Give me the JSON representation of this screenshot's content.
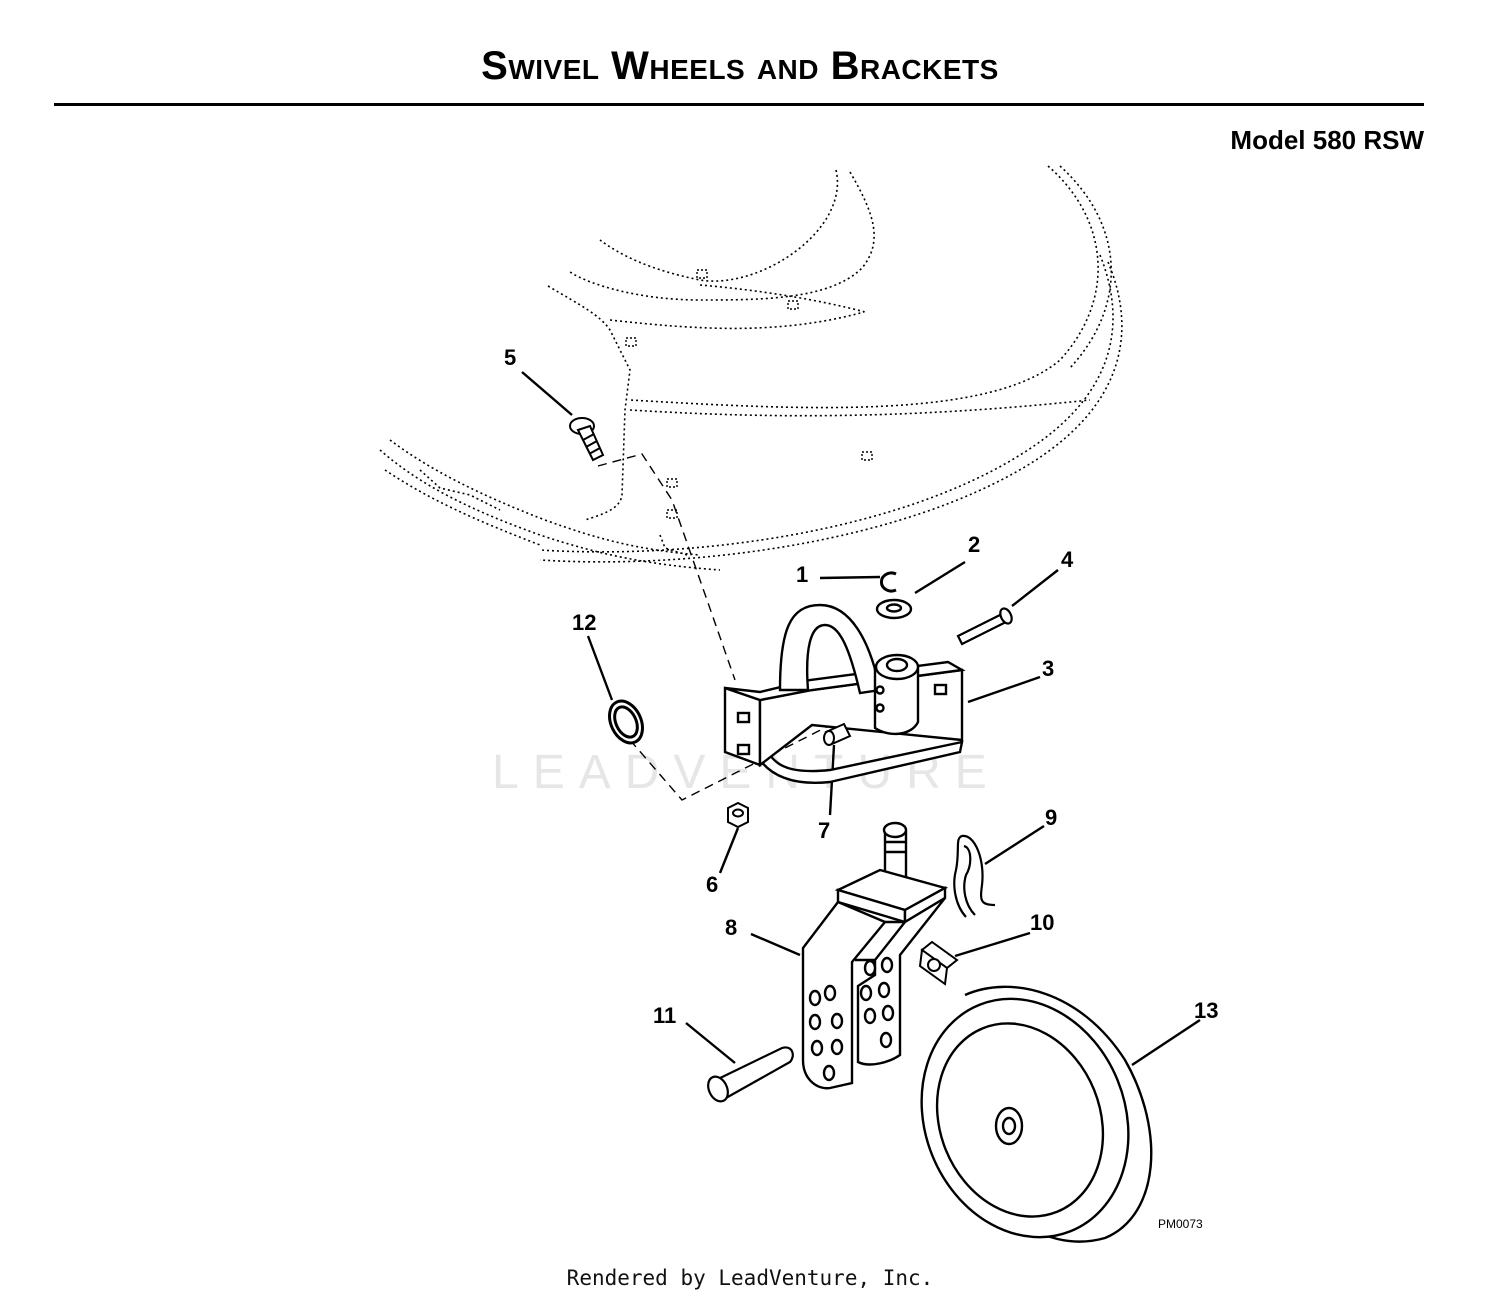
{
  "title": "Swivel Wheels and Brackets",
  "model": "Model 580 RSW",
  "drawing_code": "PM0073",
  "watermark": "LEADVENTURE",
  "footer": "Rendered by LeadVenture, Inc.",
  "callouts": {
    "c1": "1",
    "c2": "2",
    "c3": "3",
    "c4": "4",
    "c5": "5",
    "c6": "6",
    "c7": "7",
    "c8": "8",
    "c9": "9",
    "c10": "10",
    "c11": "11",
    "c12": "12",
    "c13": "13"
  }
}
